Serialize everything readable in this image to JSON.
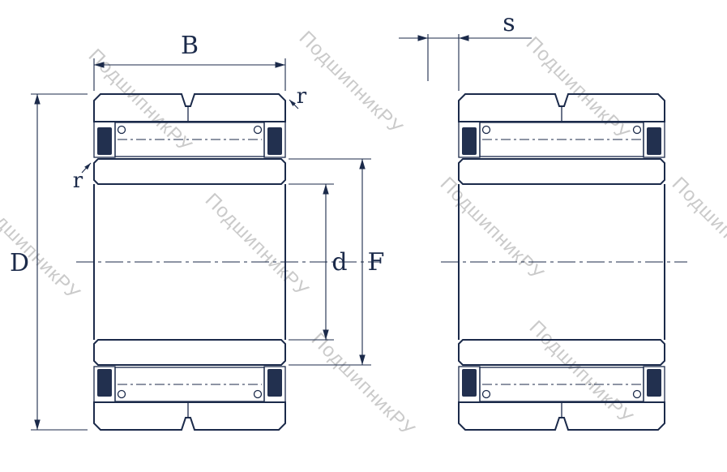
{
  "watermark": {
    "text": "ПодшипникРУ"
  },
  "labels": {
    "width": "B",
    "offset": "s",
    "radius_outer": "r",
    "radius_inner": "r",
    "outer_diameter": "D",
    "bore_diameter": "d",
    "raceway_diameter": "F"
  },
  "colors": {
    "line": "#1b2a4a",
    "watermark": "#bdbdbd",
    "background": "#ffffff"
  }
}
